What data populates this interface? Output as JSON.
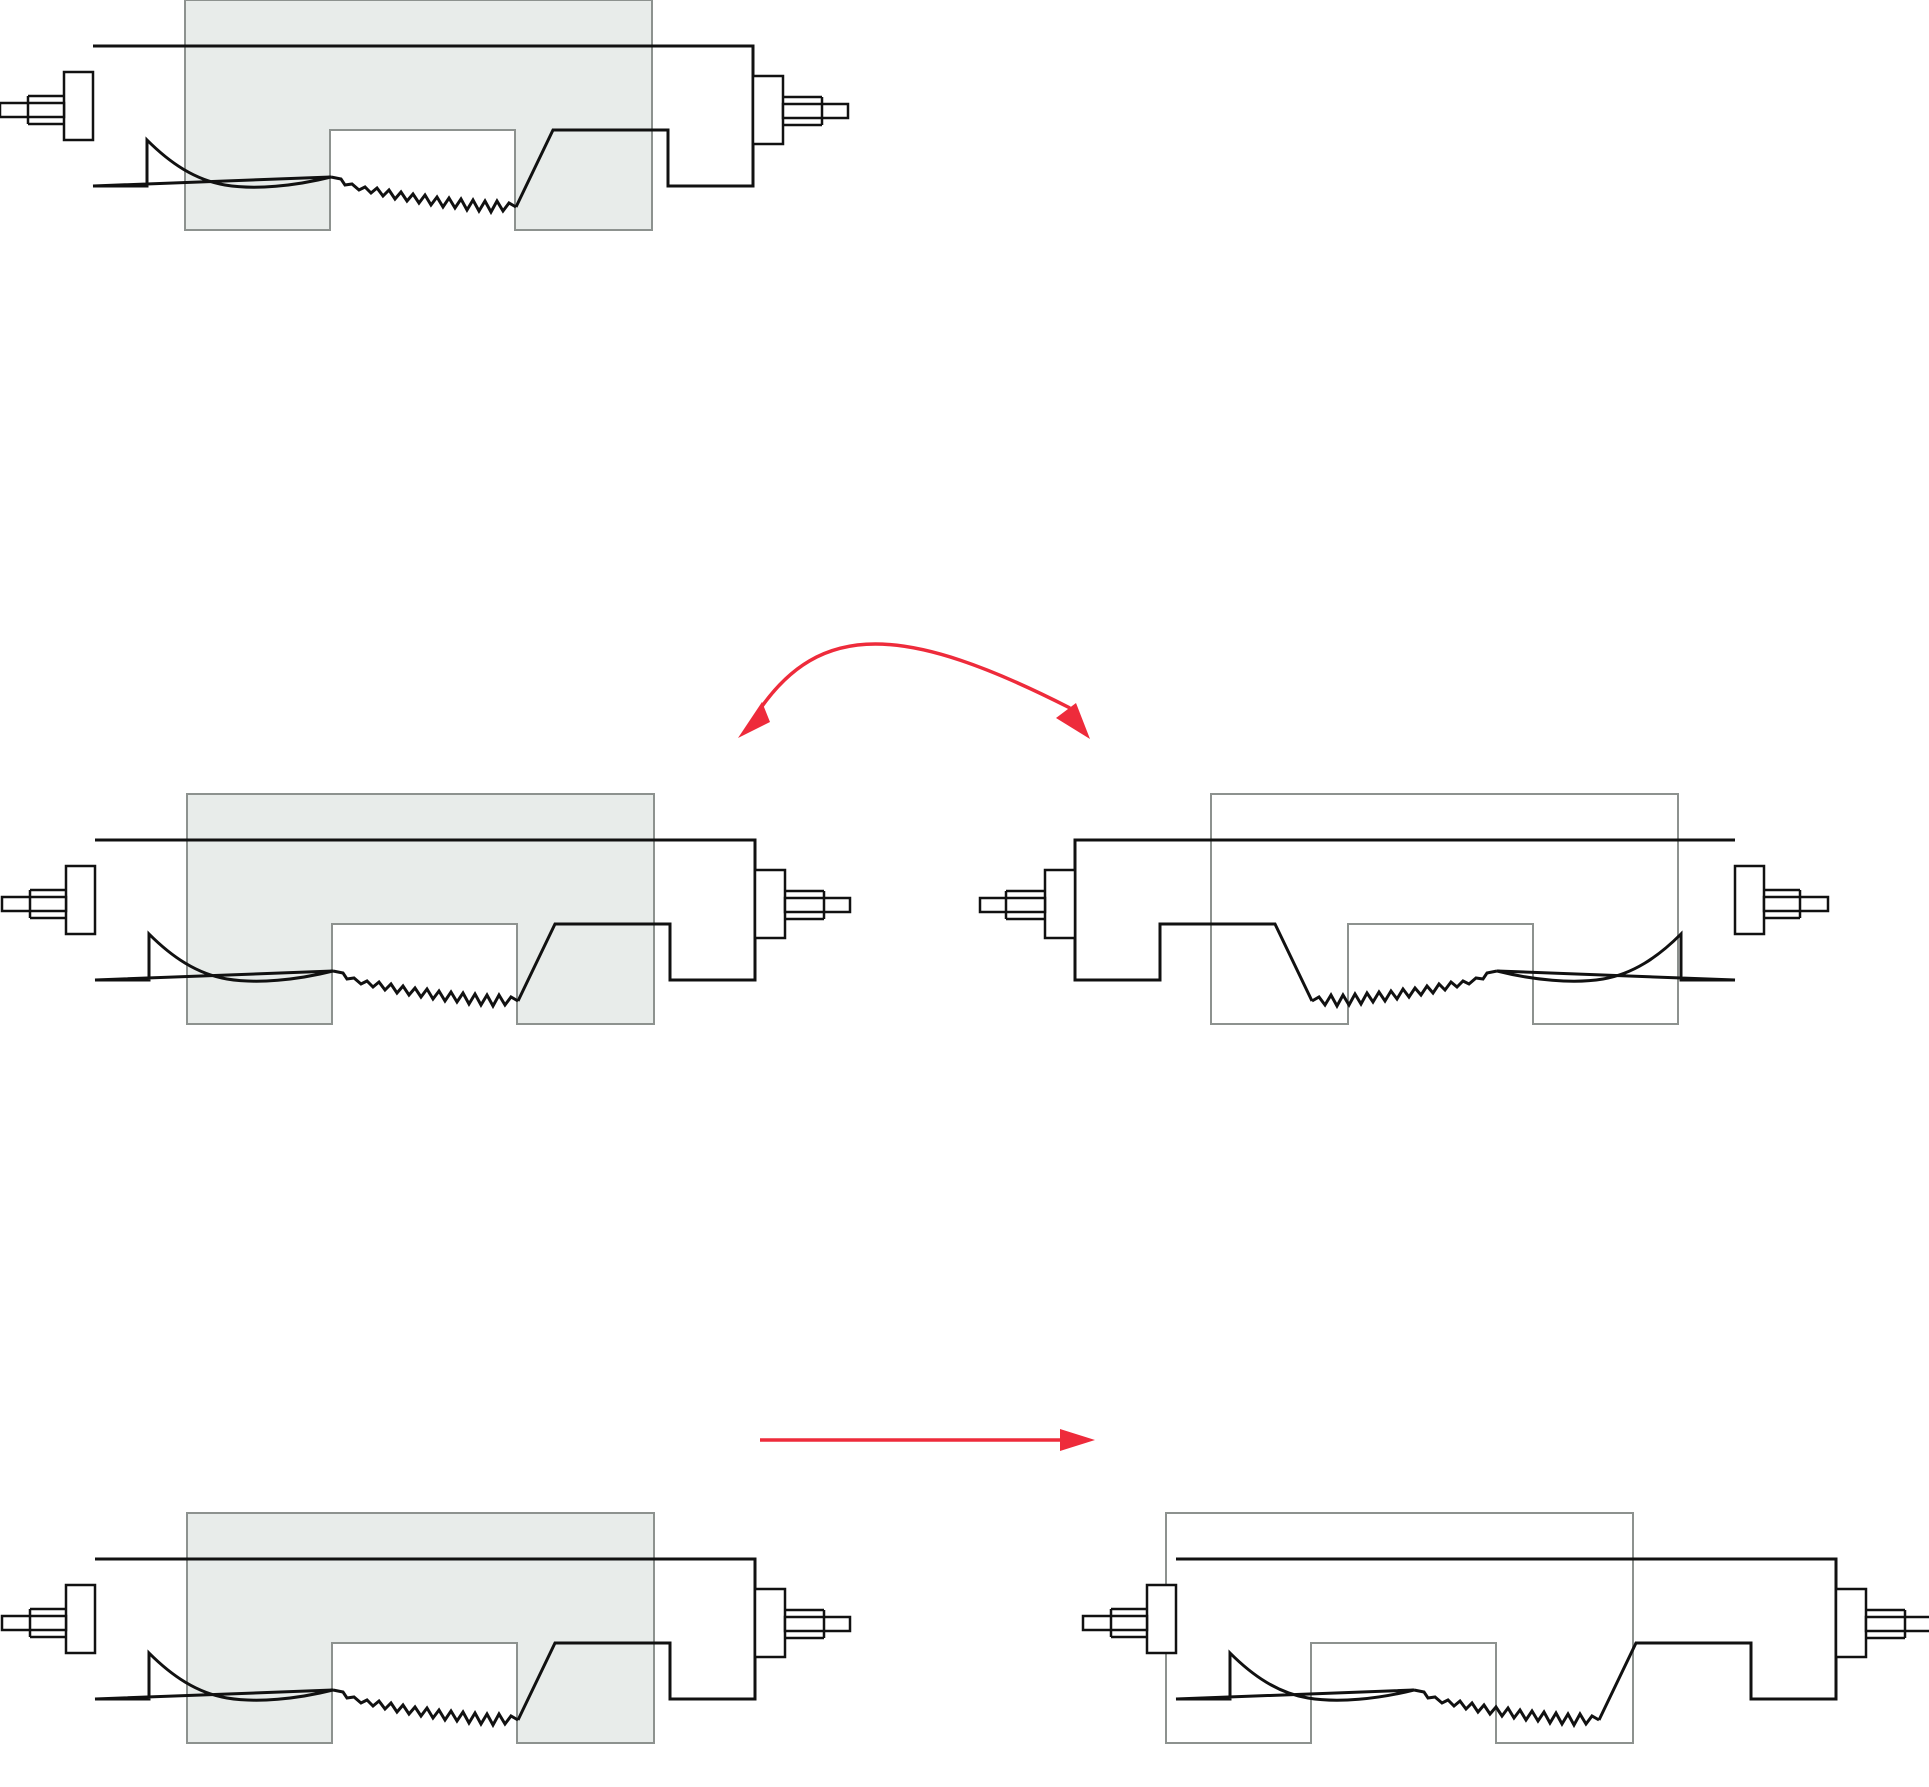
{
  "colors": {
    "outline": "#111111",
    "zone_fill": "#e8ecea",
    "zone_stroke": "#8d928f",
    "arrow": "#ee2b3b",
    "background": "#ffffff"
  },
  "panels": [
    {
      "id": "panel-top",
      "shaded": true,
      "mirrored": false,
      "zone_offset": 0
    },
    {
      "id": "panel-middle-left",
      "shaded": true,
      "mirrored": false,
      "zone_offset": 0
    },
    {
      "id": "panel-middle-right",
      "shaded": false,
      "mirrored": true,
      "zone_offset": 0
    },
    {
      "id": "panel-bottom-left",
      "shaded": true,
      "mirrored": false,
      "zone_offset": 0
    },
    {
      "id": "panel-bottom-right",
      "shaded": false,
      "mirrored": false,
      "zone_offset": -0.205
    }
  ],
  "arrows": [
    {
      "id": "swap-arrow",
      "kind": "double-curved",
      "meaning": "mirror"
    },
    {
      "id": "shift-arrow",
      "kind": "single-straight",
      "meaning": "translate"
    }
  ]
}
